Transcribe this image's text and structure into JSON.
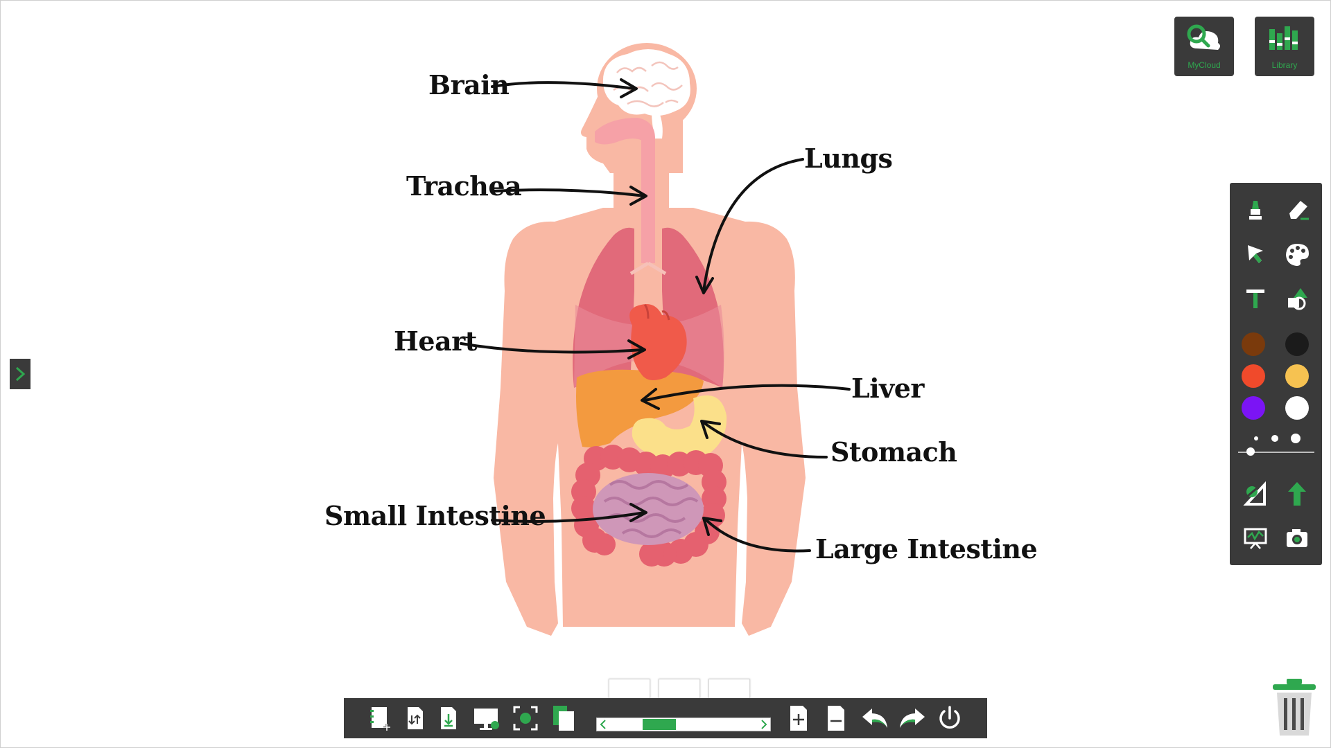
{
  "diagram": {
    "labels": {
      "brain": "Brain",
      "trachea": "Trachea",
      "lungs": "Lungs",
      "heart": "Heart",
      "liver": "Liver",
      "stomach": "Stomach",
      "small_intestine": "Small Intestine",
      "large_intestine": "Large Intestine"
    }
  },
  "top_buttons": {
    "mycloud": {
      "label": "MyCloud",
      "icon": "cloud-search-icon"
    },
    "library": {
      "label": "Library",
      "icon": "library-icon"
    }
  },
  "right_toolbar": {
    "tools": [
      "pen-icon",
      "eraser-icon",
      "select-pointer-icon",
      "palette-icon",
      "text-icon",
      "shapes-icon",
      "geometry-icon",
      "arrow-up-icon",
      "screen-annotate-icon",
      "camera-icon"
    ],
    "colors": [
      "#7a3a0c",
      "#1b1b1b",
      "#f04a2b",
      "#f6c251",
      "#7b14f5",
      "#ffffff"
    ],
    "pen_sizes": [
      "small",
      "medium",
      "large"
    ]
  },
  "bottom_toolbar": {
    "buttons": [
      "new-notebook-icon",
      "import-icon",
      "download-icon",
      "screen-share-icon",
      "capture-region-icon",
      "copy-page-icon",
      "add-page-icon",
      "remove-page-icon",
      "undo-icon",
      "redo-icon",
      "power-icon"
    ],
    "page_thumbnails": 3
  },
  "colors": {
    "accent": "#2fa84f",
    "toolbar_bg": "#3a3a3a",
    "skin": "#f9b8a4",
    "lung": "#e16a7a",
    "liver": "#f39a3f",
    "stomach": "#fbe08a",
    "intestine_large": "#e5616f",
    "intestine_small": "#cf97b8"
  }
}
